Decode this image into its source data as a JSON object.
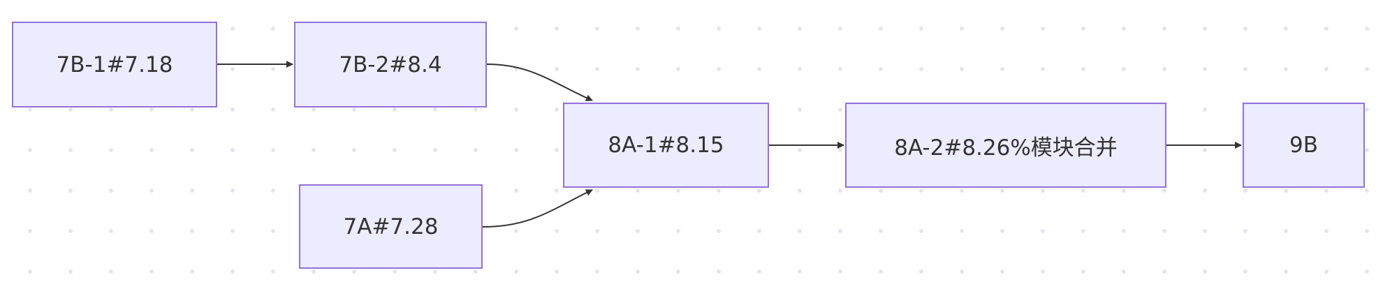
{
  "nodes": {
    "n7b1": {
      "label": "7B-1#7.18"
    },
    "n7b2": {
      "label": "7B-2#8.4"
    },
    "n7a": {
      "label": "7A#7.28"
    },
    "n8a1": {
      "label": "8A-1#8.15"
    },
    "n8a2": {
      "label": "8A-2#8.26%模块合并"
    },
    "n9b": {
      "label": "9B"
    }
  },
  "edges": [
    {
      "from": "7B-1#7.18",
      "to": "7B-2#8.4"
    },
    {
      "from": "7B-2#8.4",
      "to": "8A-1#8.15"
    },
    {
      "from": "7A#7.28",
      "to": "8A-1#8.15"
    },
    {
      "from": "8A-1#8.15",
      "to": "8A-2#8.26%模块合并"
    },
    {
      "from": "8A-2#8.26%模块合并",
      "to": "9B"
    }
  ],
  "colors": {
    "node_fill": "#ECECFF",
    "node_border": "#9370DB",
    "edge": "#333333",
    "text": "#333333"
  }
}
